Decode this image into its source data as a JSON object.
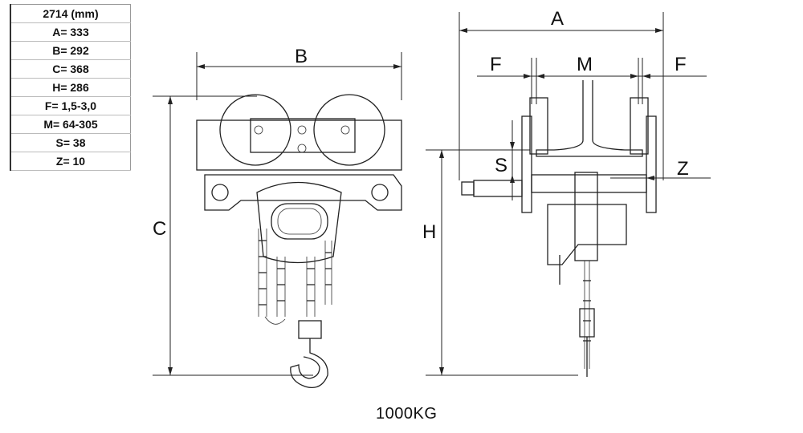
{
  "spec_table": {
    "header": "2714 (mm)",
    "rows": [
      "A= 333",
      "B= 292",
      "C= 368",
      "H= 286",
      "F= 1,5-3,0",
      "M= 64-305",
      "S= 38",
      "Z= 10"
    ]
  },
  "dimension_labels": {
    "A": "A",
    "B": "B",
    "C": "C",
    "H": "H",
    "F_left": "F",
    "M": "M",
    "F_right": "F",
    "S": "S",
    "Z": "Z"
  },
  "caption": "1000KG"
}
